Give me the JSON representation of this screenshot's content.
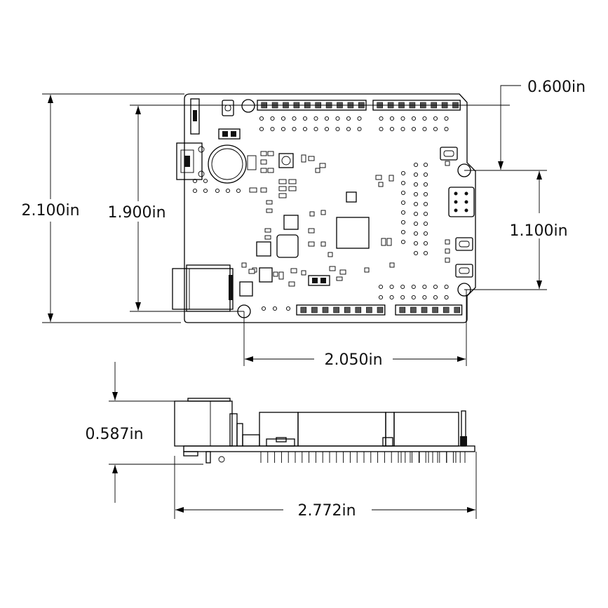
{
  "dimensions": {
    "top_offset": "0.600in",
    "total_height": "2.100in",
    "inner_height": "1.900in",
    "right_height": "1.100in",
    "hole_spacing": "2.050in",
    "side_height": "0.587in",
    "total_length": "2.772in"
  },
  "colors": {
    "outline": "#000000",
    "background": "#ffffff"
  }
}
